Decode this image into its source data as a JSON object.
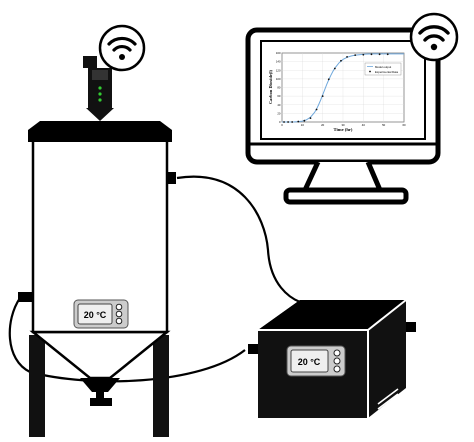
{
  "fermenter": {
    "display_value": "20 °C"
  },
  "controller_box": {
    "display_value": "20 °C"
  },
  "monitor": {
    "chart_data": {
      "type": "line",
      "xlabel": "Time (hr)",
      "ylabel": "Carbon Dioxide(l)",
      "xlim": [
        0,
        60
      ],
      "ylim": [
        0,
        160
      ],
      "x_ticks": [
        0,
        10,
        20,
        30,
        40,
        50,
        60
      ],
      "y_ticks": [
        0,
        20,
        40,
        60,
        80,
        100,
        120,
        140,
        160
      ],
      "legend_position": "bottom-right",
      "series": [
        {
          "name": "Model output",
          "style": "line",
          "color": "#6fa8dc",
          "x": [
            0,
            2,
            4,
            6,
            8,
            10,
            12,
            14,
            16,
            17,
            18,
            19,
            20,
            21,
            22,
            23,
            24,
            25,
            26,
            27,
            28,
            29,
            30,
            32,
            34,
            36,
            38,
            40,
            44,
            48,
            52,
            56,
            60
          ],
          "y": [
            0,
            0,
            0.1,
            0.3,
            0.8,
            2,
            5,
            11,
            22,
            30,
            40,
            51,
            63,
            75,
            87,
            98,
            108,
            117,
            125,
            131,
            137,
            141,
            145,
            150,
            153,
            155,
            156,
            157,
            158,
            158,
            158,
            158,
            158
          ]
        },
        {
          "name": "Experimental Data",
          "style": "points",
          "color": "#111111",
          "x": [
            1,
            3,
            5,
            8,
            11,
            14,
            17,
            20,
            23,
            26,
            29,
            32,
            36,
            40,
            44,
            48,
            52
          ],
          "y": [
            0,
            0,
            0,
            1,
            3,
            9,
            29,
            60,
            99,
            124,
            142,
            151,
            155,
            156,
            157,
            157,
            157
          ]
        }
      ]
    }
  }
}
